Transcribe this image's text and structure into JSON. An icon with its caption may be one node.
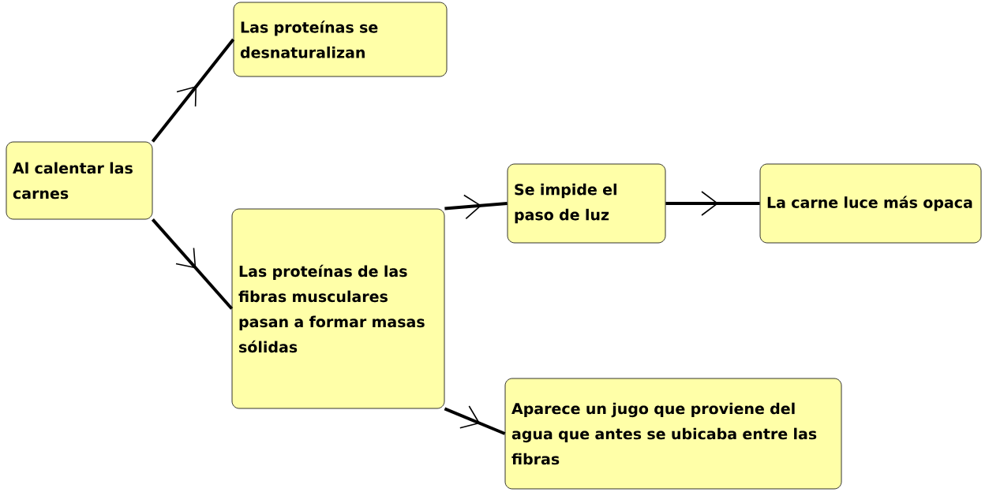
{
  "diagram": {
    "nodes": [
      {
        "text": [
          "Al calentar las carnes"
        ]
      },
      {
        "text": [
          "Las proteínas se desnaturalizan"
        ]
      },
      {
        "text": [
          "Las proteínas de las fibras musculares pasan a formar masas sólidas"
        ]
      },
      {
        "text": [
          "Se impide el paso de luz"
        ]
      },
      {
        "text": [
          "La carne luce más opaca"
        ]
      },
      {
        "text": [
          "Aparece un jugo que proviene del agua que antes se ubicaba entre las fibras"
        ]
      }
    ],
    "edges": [
      {
        "from": 0,
        "to": 1,
        "arrow": "to"
      },
      {
        "from": 0,
        "to": 2,
        "arrow": "to"
      },
      {
        "from": 2,
        "to": 3,
        "arrow": "to"
      },
      {
        "from": 3,
        "to": 4,
        "arrow": "to"
      },
      {
        "from": 2,
        "to": 5,
        "arrow": "to"
      }
    ]
  }
}
